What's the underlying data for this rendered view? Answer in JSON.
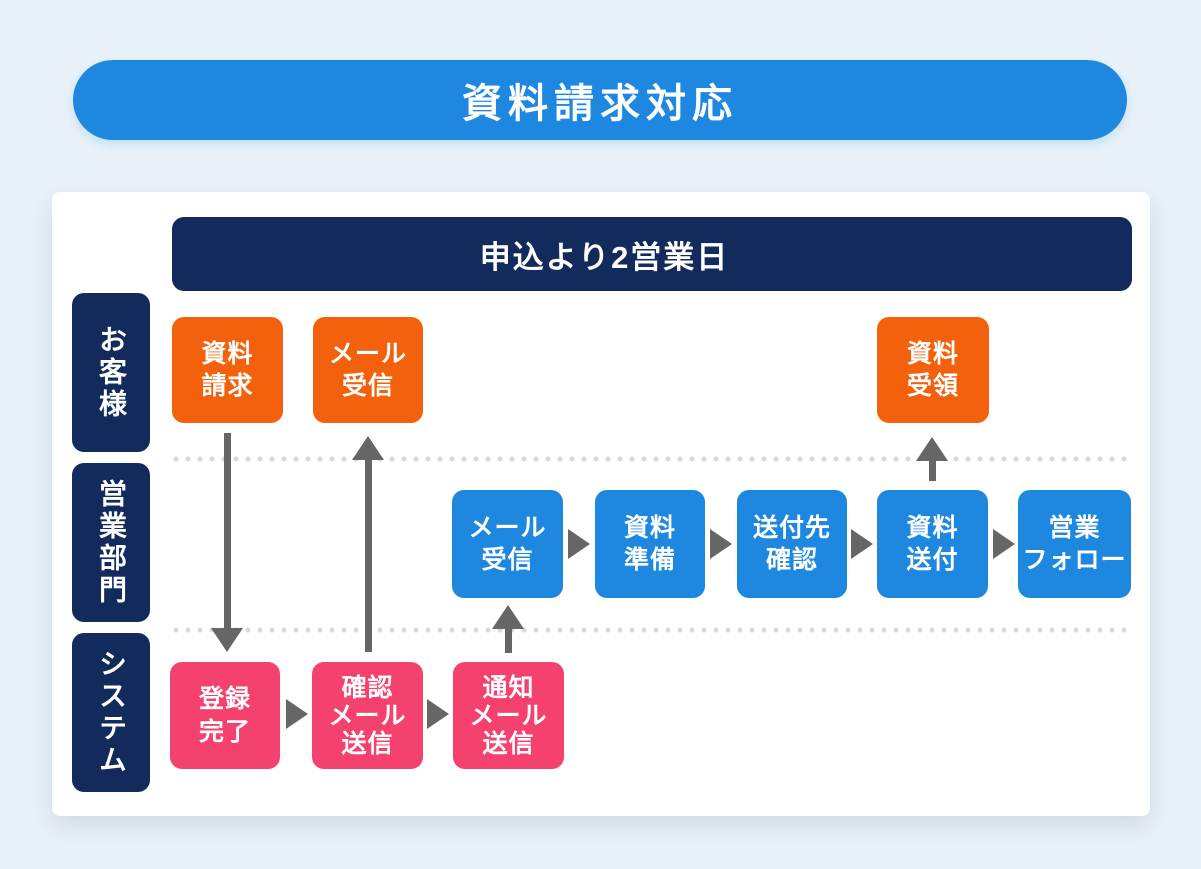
{
  "colors": {
    "bg": "#e9f1f8",
    "panel": "#ffffff",
    "blue": "#1e88e0",
    "navy": "#122b5c",
    "orange": "#f4610c",
    "pink": "#f4416d",
    "arrow": "#666666",
    "dot": "#d9d9d9",
    "white": "#ffffff"
  },
  "title": "資料請求対応",
  "diagram": {
    "duration_header": "申込より2営業日",
    "lanes": [
      {
        "label": "お客様"
      },
      {
        "label": "営業部門"
      },
      {
        "label": "システム"
      }
    ],
    "steps": {
      "customer": [
        {
          "label": [
            "資料",
            "請求"
          ]
        },
        {
          "label": [
            "メール",
            "受信"
          ]
        },
        {
          "label": [
            "資料",
            "受領"
          ]
        }
      ],
      "sales": [
        {
          "label": [
            "メール",
            "受信"
          ]
        },
        {
          "label": [
            "資料",
            "準備"
          ]
        },
        {
          "label": [
            "送付先",
            "確認"
          ]
        },
        {
          "label": [
            "資料",
            "送付"
          ]
        },
        {
          "label": [
            "営業",
            "フォロー"
          ]
        }
      ],
      "system": [
        {
          "label": [
            "登録",
            "完了"
          ]
        },
        {
          "label": [
            "確認",
            "メール",
            "送信"
          ]
        },
        {
          "label": [
            "通知",
            "メール",
            "送信"
          ]
        }
      ]
    }
  }
}
